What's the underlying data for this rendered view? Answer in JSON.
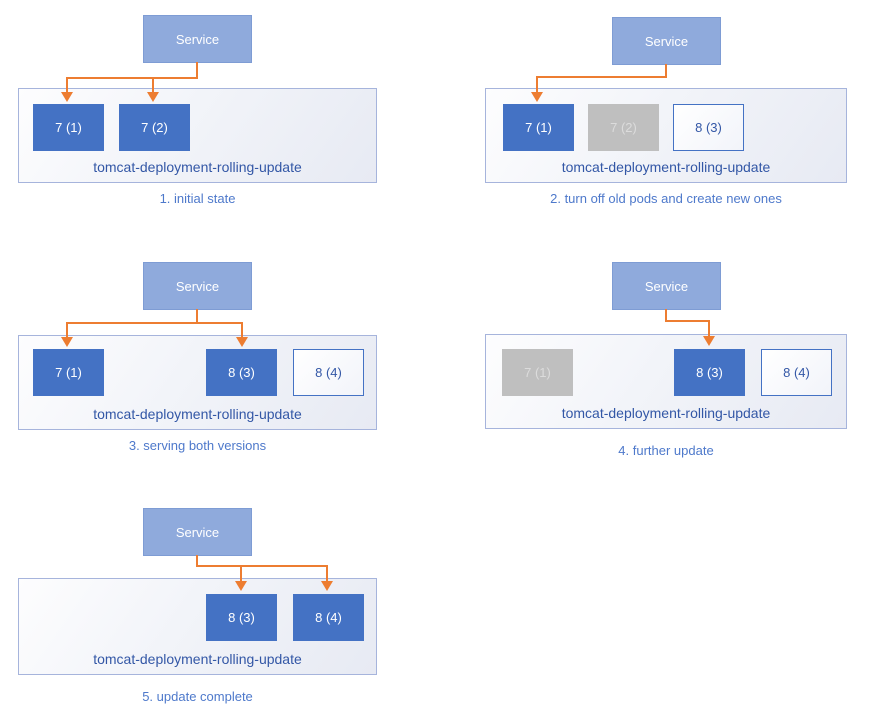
{
  "colors": {
    "service_fill": "#8FAADC",
    "pod_active_fill": "#4472C4",
    "pod_active_text": "#FFFFFF",
    "pod_stopped_fill": "#BFBFBF",
    "pod_stopped_text": "#DCDCDC",
    "pod_pending_border": "#4472C4",
    "pod_pending_text": "#3357A6",
    "arrow": "#ED7D31",
    "deployment_border": "#A6B4DC",
    "deployment_label_text": "#3357A6",
    "caption_text": "#4E79CB"
  },
  "panels": [
    {
      "service_label": "Service",
      "deployment_label": "tomcat-deployment-rolling-update",
      "caption": "1. initial state",
      "service_routes_to": [
        "7 (1)",
        "7 (2)"
      ],
      "pods": [
        {
          "label": "7 (1)",
          "state": "active"
        },
        {
          "label": "7 (2)",
          "state": "active"
        }
      ]
    },
    {
      "service_label": "Service",
      "deployment_label": "tomcat-deployment-rolling-update",
      "caption": "2. turn off old pods and create new ones",
      "service_routes_to": [
        "7 (1)"
      ],
      "pods": [
        {
          "label": "7 (1)",
          "state": "active"
        },
        {
          "label": "7 (2)",
          "state": "stopped"
        },
        {
          "label": "8 (3)",
          "state": "pending"
        }
      ]
    },
    {
      "service_label": "Service",
      "deployment_label": "tomcat-deployment-rolling-update",
      "caption": "3. serving both versions",
      "service_routes_to": [
        "7 (1)",
        "8 (3)"
      ],
      "pods": [
        {
          "label": "7 (1)",
          "state": "active"
        },
        {
          "label": "8 (3)",
          "state": "active"
        },
        {
          "label": "8 (4)",
          "state": "pending"
        }
      ]
    },
    {
      "service_label": "Service",
      "deployment_label": "tomcat-deployment-rolling-update",
      "caption": "4. further update",
      "service_routes_to": [
        "8 (3)"
      ],
      "pods": [
        {
          "label": "7 (1)",
          "state": "stopped"
        },
        {
          "label": "8 (3)",
          "state": "active"
        },
        {
          "label": "8 (4)",
          "state": "pending"
        }
      ]
    },
    {
      "service_label": "Service",
      "deployment_label": "tomcat-deployment-rolling-update",
      "caption": "5. update complete",
      "service_routes_to": [
        "8 (3)",
        "8 (4)"
      ],
      "pods": [
        {
          "label": "8 (3)",
          "state": "active"
        },
        {
          "label": "8 (4)",
          "state": "active"
        }
      ]
    }
  ]
}
